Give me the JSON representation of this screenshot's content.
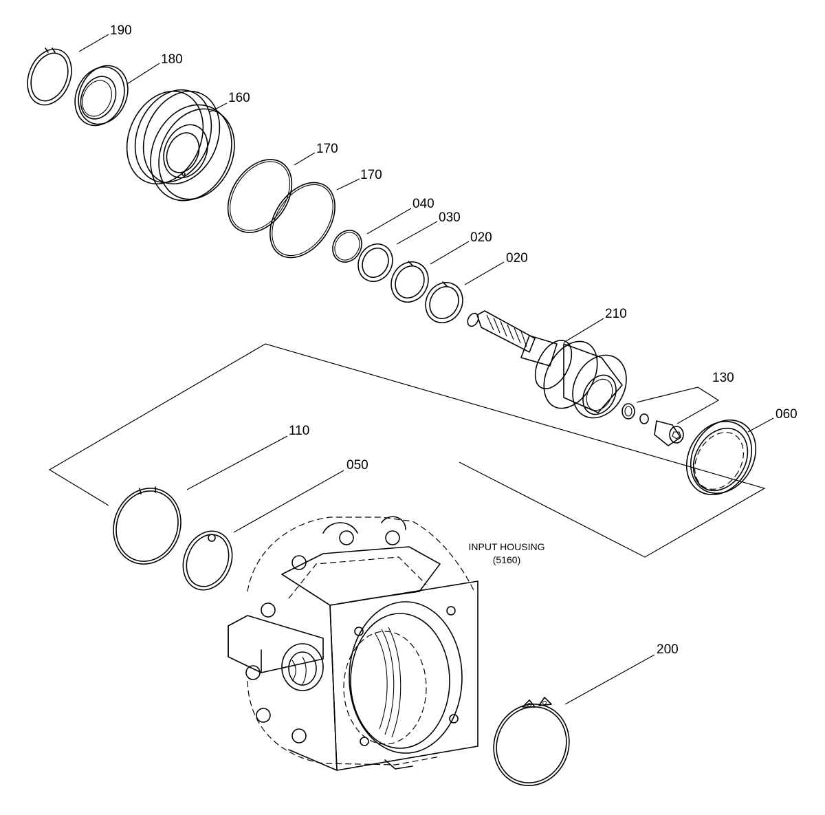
{
  "parts": [
    {
      "id": "p190",
      "number": "190"
    },
    {
      "id": "p180",
      "number": "180"
    },
    {
      "id": "p160",
      "number": "160"
    },
    {
      "id": "p170a",
      "number": "170"
    },
    {
      "id": "p170b",
      "number": "170"
    },
    {
      "id": "p040",
      "number": "040"
    },
    {
      "id": "p030",
      "number": "030"
    },
    {
      "id": "p020a",
      "number": "020"
    },
    {
      "id": "p020b",
      "number": "020"
    },
    {
      "id": "p210",
      "number": "210"
    },
    {
      "id": "p130",
      "number": "130"
    },
    {
      "id": "p060",
      "number": "060"
    },
    {
      "id": "p110",
      "number": "110"
    },
    {
      "id": "p050",
      "number": "050"
    },
    {
      "id": "p200",
      "number": "200"
    }
  ],
  "housing_note": {
    "line1": "INPUT HOUSING",
    "line2": "(5160)"
  }
}
